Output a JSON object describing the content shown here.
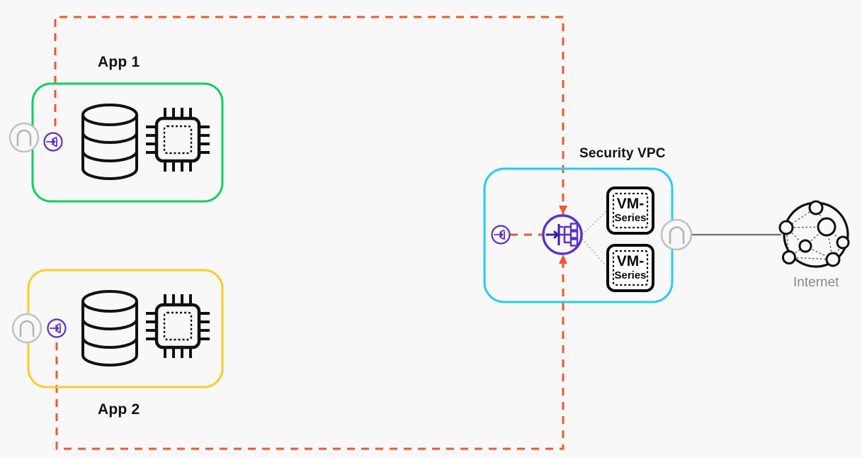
{
  "diagram": {
    "title_app1": "App 1",
    "title_app2": "App 2",
    "title_security_vpc": "Security VPC",
    "label_internet": "Internet",
    "vm_line1": "VM-",
    "vm_line2": "Series",
    "colors": {
      "background": "#f8f8f8",
      "app1_border": "#0fcf5f",
      "app2_border": "#ffcb22",
      "vpc_border": "#22ccf5",
      "dashed_path": "#f4572b",
      "accent_purple": "#5b2fcf",
      "gateway_gray": "#b5b5b5",
      "link_gray": "#6e6e6e",
      "icon_black": "#111111",
      "internet_text": "#8a8a8a"
    },
    "icons": {
      "gateway": "gateway-icon",
      "attachment": "attachment-icon",
      "load_balancer": "load-balancer-icon",
      "database": "database-icon",
      "compute": "cpu-chip-icon",
      "internet": "globe-network-icon",
      "firewall": "vm-series-firewall-icon"
    },
    "nodes": [
      {
        "name": "app1-gateway",
        "type": "gateway-icon"
      },
      {
        "name": "app1-attachment",
        "type": "attachment-icon"
      },
      {
        "name": "app1-database",
        "type": "database-icon"
      },
      {
        "name": "app1-compute",
        "type": "cpu-chip-icon"
      },
      {
        "name": "app2-gateway",
        "type": "gateway-icon"
      },
      {
        "name": "app2-attachment",
        "type": "attachment-icon"
      },
      {
        "name": "app2-database",
        "type": "database-icon"
      },
      {
        "name": "app2-compute",
        "type": "cpu-chip-icon"
      },
      {
        "name": "vpc-attachment",
        "type": "attachment-icon"
      },
      {
        "name": "vpc-load-balancer",
        "type": "load-balancer-icon"
      },
      {
        "name": "vm-series-firewall-1",
        "type": "vm-series-firewall-icon"
      },
      {
        "name": "vm-series-firewall-2",
        "type": "vm-series-firewall-icon"
      },
      {
        "name": "vpc-gateway",
        "type": "gateway-icon"
      },
      {
        "name": "internet-cloud",
        "type": "globe-network-icon"
      }
    ]
  }
}
